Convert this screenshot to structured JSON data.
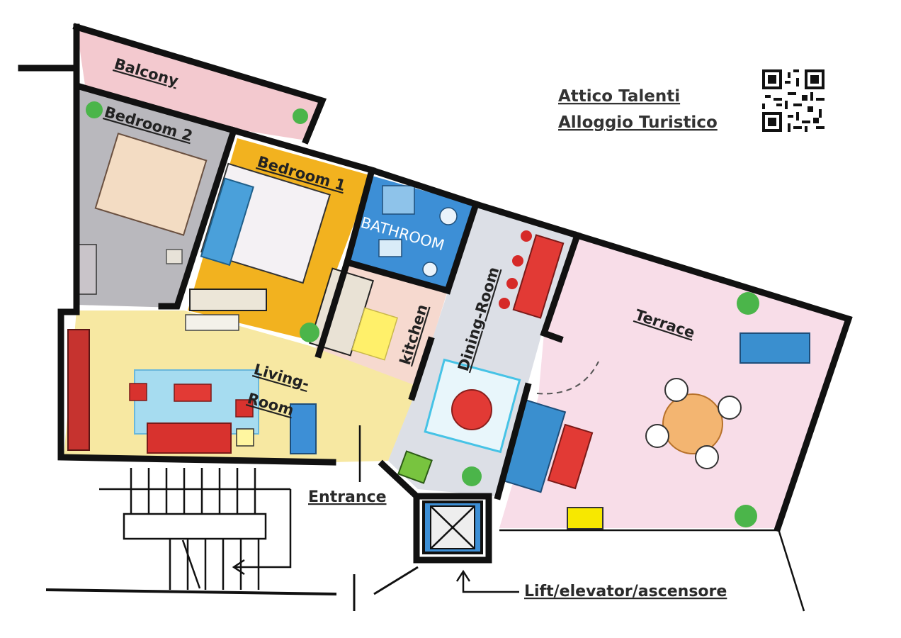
{
  "header": {
    "title_line1": "Attico Talenti",
    "title_line2": "Alloggio Turistico",
    "qr_code": "qr-code-icon"
  },
  "rooms": {
    "balcony": "Balcony",
    "bedroom2": "Bedroom 2",
    "bedroom1": "Bedroom 1",
    "bathroom": "BATHROOM",
    "kitchen": "kitchen",
    "dining_room": "Dining-Room",
    "living_room_line1": "Living-",
    "living_room_line2": "Room",
    "terrace": "Terrace"
  },
  "annotations": {
    "entrance": "Entrance",
    "lift": "Lift/elevator/ascensore"
  },
  "colors": {
    "balcony": "#f3c9cf",
    "bedroom2": "#b9b8bd",
    "bedroom1": "#f2b21f",
    "bathroom": "#3d8fd6",
    "kitchen": "#f6d9cf",
    "dining": "#dcdfe6",
    "living": "#f7e8a2",
    "terrace": "#f8dde8",
    "walls": "#111111",
    "accent_red": "#e23a35",
    "accent_blue": "#2f8fd0"
  }
}
